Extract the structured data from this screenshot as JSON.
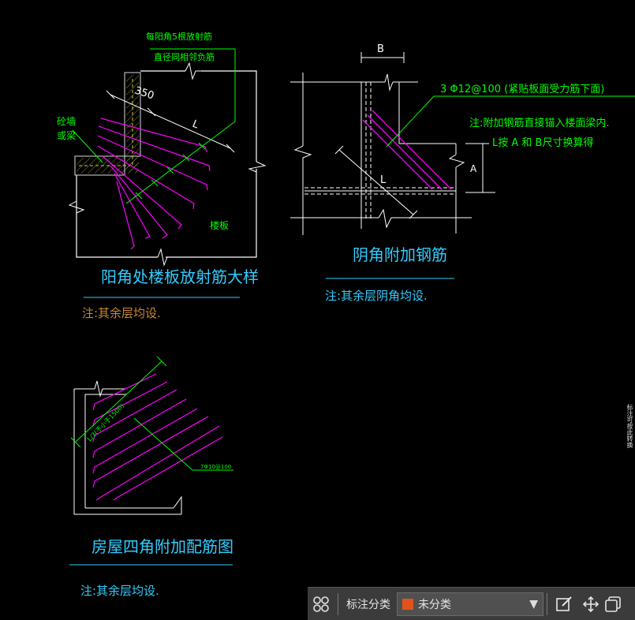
{
  "detail1": {
    "title": "阳角处楼板放射筋大样",
    "note": "注:其余层均设.",
    "callout_line1": "每阳角5根放射筋",
    "callout_line2": "直径同相邻负筋",
    "dim_350": "350",
    "dim_L": "L",
    "label_wall_1": "砼墙",
    "label_wall_2": "或梁",
    "label_slab": "楼板"
  },
  "detail2": {
    "title": "阴角附加钢筋",
    "note": "注:其余层阴角均设.",
    "dim_B": "B",
    "dim_A": "A",
    "dim_L": "L",
    "rebar_spec": "3 Φ12@100  (紧贴板面受力筋下面)",
    "note_line1": "注:附加钢筋直接锚入楼面梁内.",
    "note_line2": "L按 A 和 B尺寸换算得"
  },
  "detail3": {
    "title": "房屋四角附加配筋图",
    "note": "注:其余层均设.",
    "dim_text": "L/3(不小于1500)",
    "rebar_text": "7Φ10@100"
  },
  "side_text": "标注可按此转换",
  "toolbar": {
    "category_label": "标注分类",
    "selected_category": "未分类",
    "swatch_color": "#e2531b"
  },
  "colors": {
    "white": "#ffffff",
    "green": "#00ff00",
    "magenta": "#ff00ff",
    "cyan": "#33ccff",
    "yellow": "#ffff66",
    "orange": "#cc8833"
  }
}
